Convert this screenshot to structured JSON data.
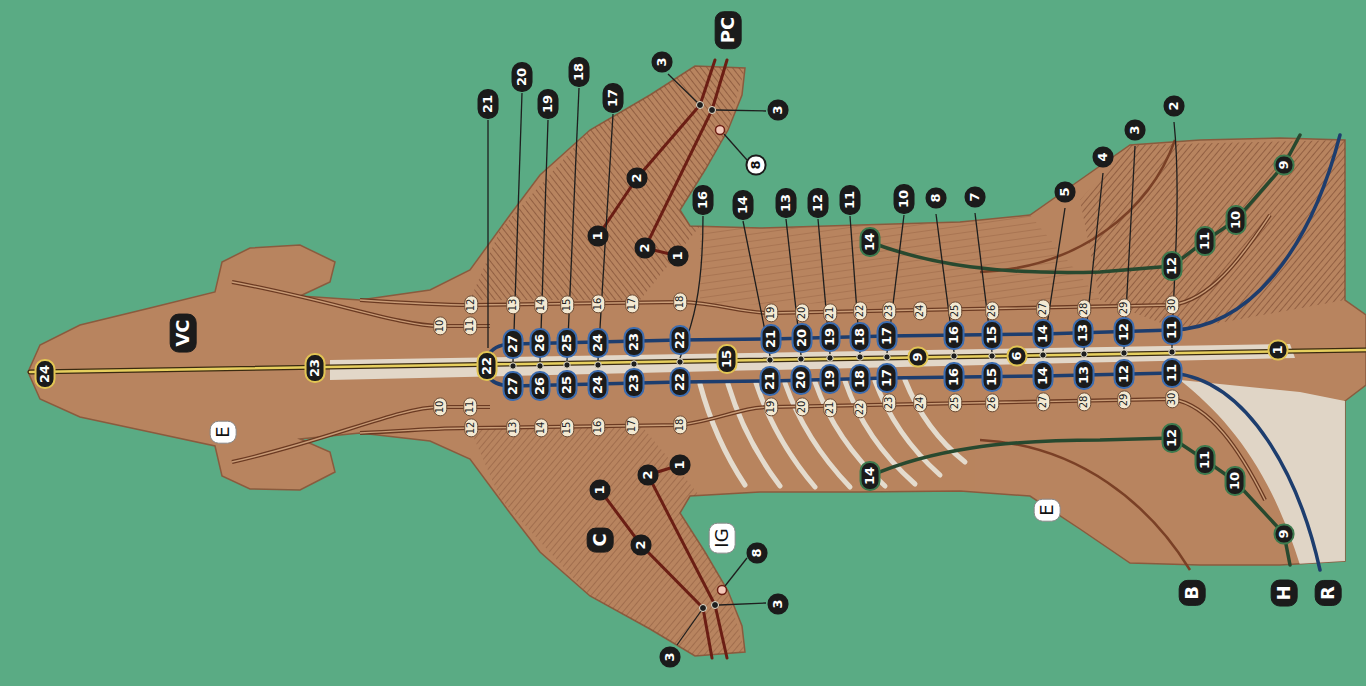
{
  "diagram": {
    "labels": [
      "21",
      "20",
      "19",
      "18",
      "17",
      "3",
      "PC",
      "3",
      "8",
      "2",
      "16",
      "14",
      "13",
      "12",
      "11",
      "10",
      "8",
      "7",
      "5",
      "4",
      "3",
      "2",
      "9",
      "10",
      "11",
      "12",
      "1",
      "2",
      "1",
      "14",
      "VC",
      "10",
      "11",
      "12",
      "13",
      "14",
      "15",
      "16",
      "17",
      "18",
      "19",
      "20",
      "21",
      "22",
      "23",
      "24",
      "25",
      "26",
      "27",
      "28",
      "29",
      "30",
      "27",
      "26",
      "25",
      "24",
      "23",
      "22",
      "21",
      "20",
      "19",
      "18",
      "17",
      "16",
      "15",
      "14",
      "13",
      "12",
      "11",
      "24",
      "23",
      "22",
      "15",
      "9",
      "6",
      "1",
      "27",
      "26",
      "25",
      "24",
      "23",
      "22",
      "21",
      "20",
      "19",
      "18",
      "17",
      "16",
      "15",
      "14",
      "13",
      "12",
      "11",
      "10",
      "11",
      "12",
      "13",
      "14",
      "15",
      "16",
      "17",
      "18",
      "19",
      "20",
      "21",
      "22",
      "23",
      "24",
      "25",
      "26",
      "27",
      "28",
      "29",
      "30",
      "E",
      "1",
      "2",
      "14",
      "12",
      "11",
      "10",
      "1",
      "E",
      "9",
      "IG",
      "C",
      "2",
      "8",
      "B",
      "H",
      "R",
      "3",
      "3"
    ]
  }
}
